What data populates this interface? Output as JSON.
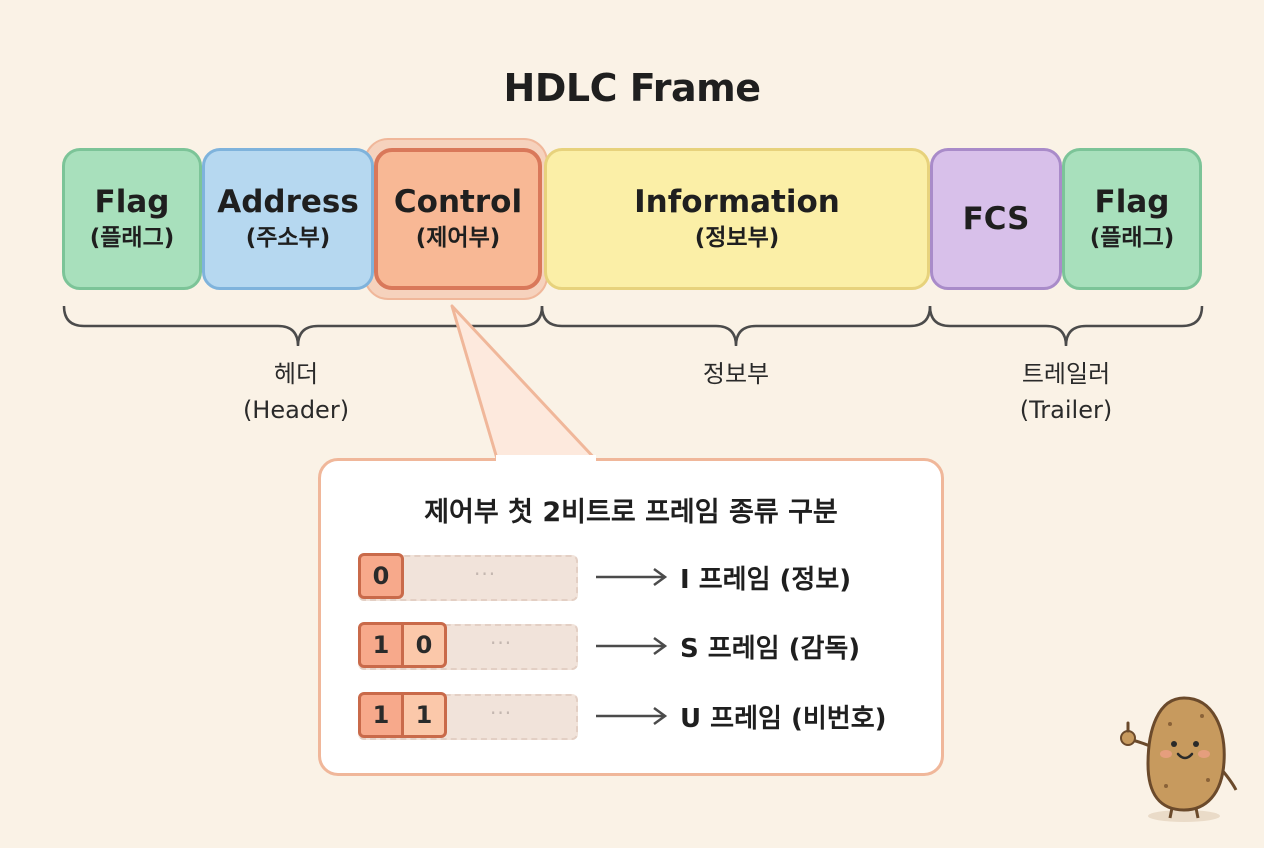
{
  "title": "HDLC Frame",
  "frame_fields": [
    {
      "name": "Flag",
      "sub": "(플래그)"
    },
    {
      "name": "Address",
      "sub": "(주소부)"
    },
    {
      "name": "Control",
      "sub": "(제어부)"
    },
    {
      "name": "Information",
      "sub": "(정보부)"
    },
    {
      "name": "FCS",
      "sub": ""
    },
    {
      "name": "Flag",
      "sub": "(플래그)"
    }
  ],
  "groups": [
    {
      "label": "헤더",
      "sub": "(Header)"
    },
    {
      "label": "정보부",
      "sub": ""
    },
    {
      "label": "트레일러",
      "sub": "(Trailer)"
    }
  ],
  "callout": {
    "title": "제어부 첫 2비트로 프레임 종류 구분",
    "rows": [
      {
        "bit1": "0",
        "bit2": "",
        "dots": "···",
        "label": "I 프레임 (정보)"
      },
      {
        "bit1": "1",
        "bit2": "0",
        "dots": "···",
        "label": "S 프레임 (감독)"
      },
      {
        "bit1": "1",
        "bit2": "1",
        "dots": "···",
        "label": "U 프레임 (비번호)"
      }
    ]
  },
  "colors": {
    "flag": "#a8e0bc",
    "address": "#b6d8f0",
    "control": "#f8b895",
    "information": "#fbefa7",
    "fcs": "#d8c0ea",
    "background": "#faf2e6"
  },
  "icons": {
    "arrow": "right-arrow-icon",
    "mascot": "potato-mascot-icon"
  }
}
